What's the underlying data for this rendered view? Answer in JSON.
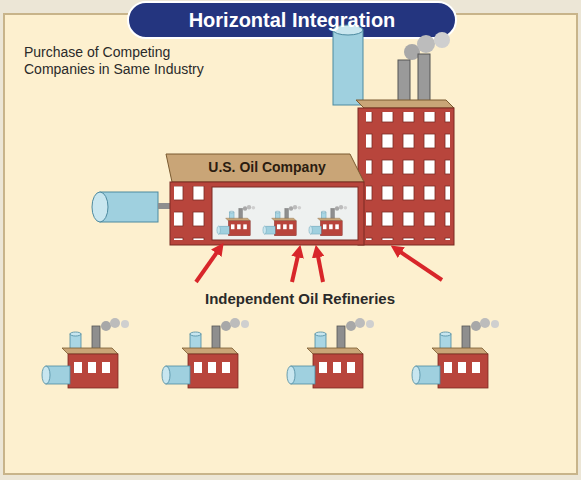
{
  "diagram": {
    "title": "Horizontal Integration",
    "nodes": [
      {
        "text": [
          "U.S. Oil Company"
        ]
      }
    ],
    "labels": [
      "Purchase of Competing Companies in Same Industry",
      "Independent Oil Refineries"
    ]
  }
}
